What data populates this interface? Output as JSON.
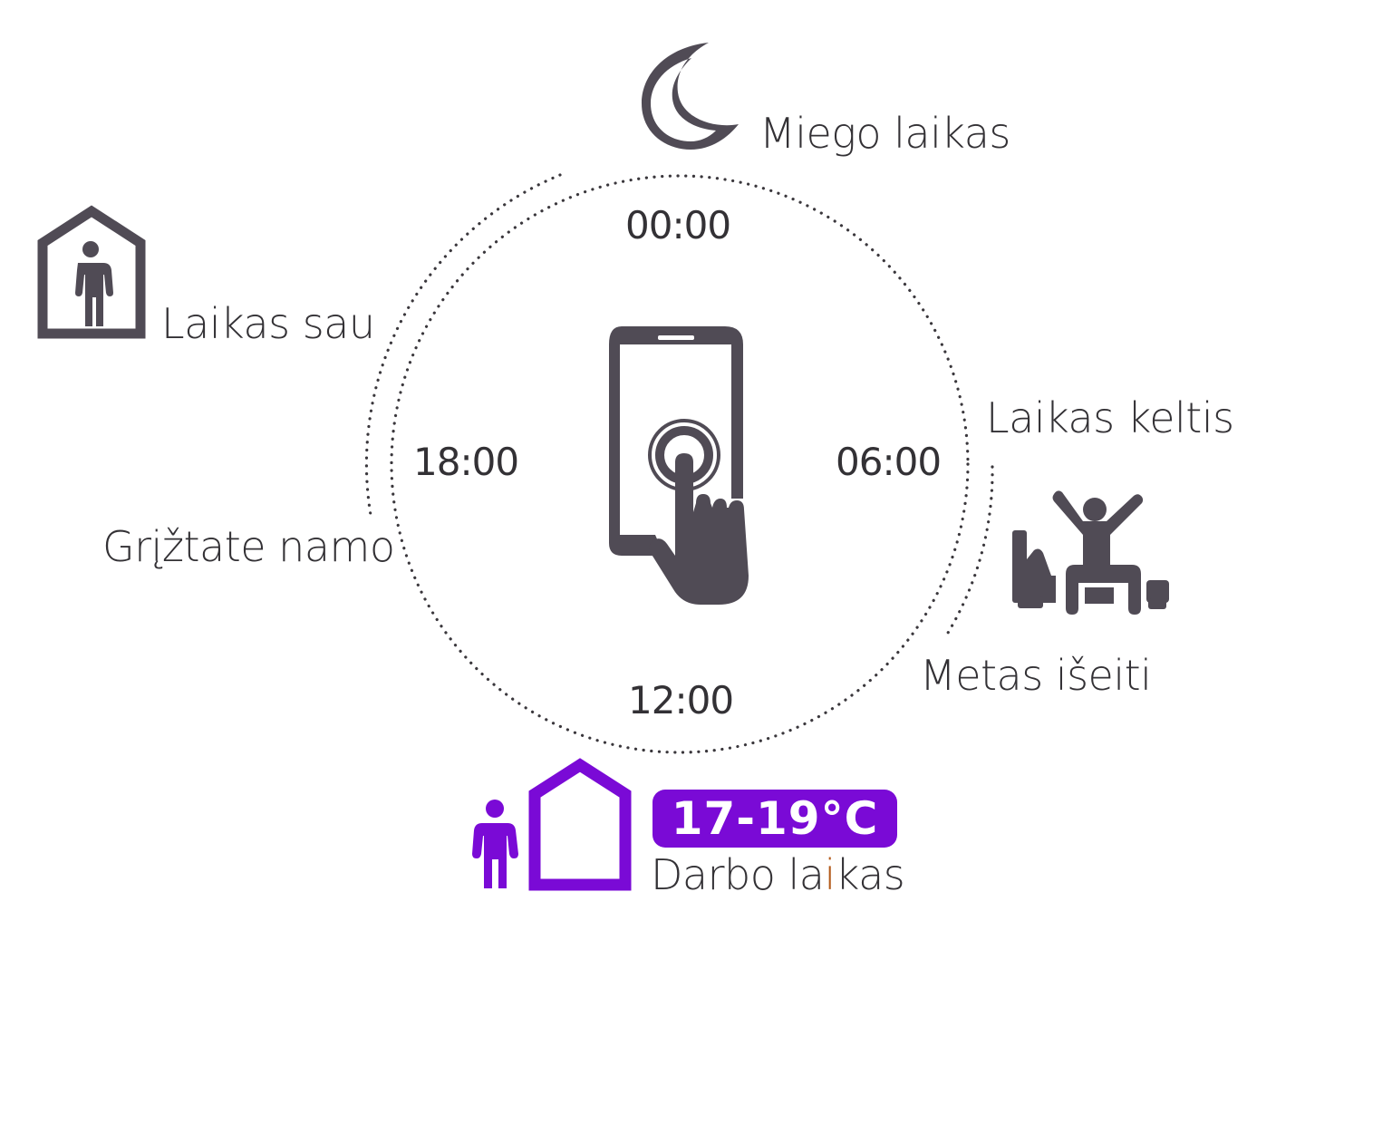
{
  "colors": {
    "icon": "#504b55",
    "text": "#333135",
    "accent": "#7a0ad6",
    "dots": "#3a373c"
  },
  "clock": {
    "times": {
      "top": "00:00",
      "right": "06:00",
      "bottom": "12:00",
      "left": "18:00"
    }
  },
  "segments": {
    "sleep": {
      "label": "Miego laikas",
      "icon": "moon-icon"
    },
    "wake": {
      "label": "Laikas keltis",
      "icon": "person-stretching-bed-icon"
    },
    "leave": {
      "label": "Metas išeiti"
    },
    "work": {
      "label_before": "Darbo la",
      "label_accent": "i",
      "label_after": "kas",
      "temperature": "17-19°C",
      "icon": "person-outside-house-icon"
    },
    "return": {
      "label": "Grįžtate namo"
    },
    "self": {
      "label": "Laikas sau",
      "icon": "person-in-house-icon"
    }
  },
  "center": {
    "icon": "smartphone-tap-icon"
  }
}
